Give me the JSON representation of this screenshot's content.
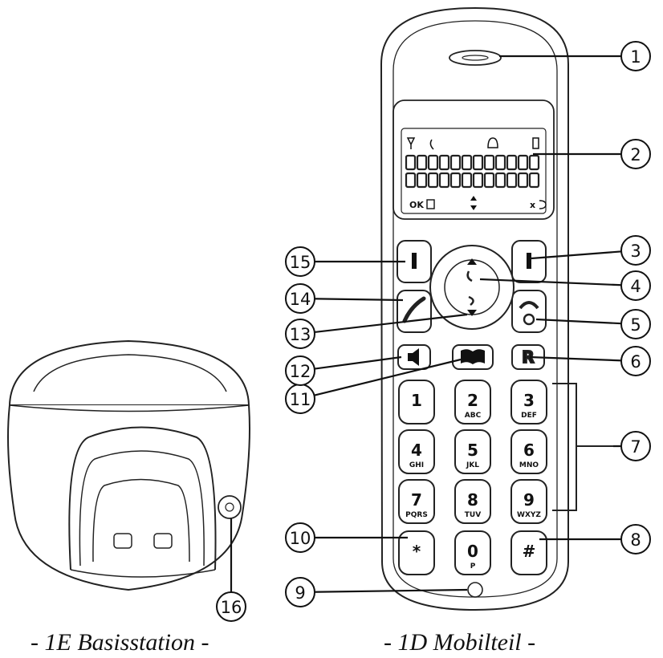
{
  "captions": {
    "base": "- 1E Basisstation -",
    "handset": "- 1D Mobilteil -"
  },
  "callouts": [
    "1",
    "2",
    "3",
    "4",
    "5",
    "6",
    "7",
    "8",
    "9",
    "10",
    "11",
    "12",
    "13",
    "14",
    "15",
    "16"
  ],
  "keypad": {
    "k1": {
      "main": "1",
      "sub": ""
    },
    "k2": {
      "main": "2",
      "sub": "ABC"
    },
    "k3": {
      "main": "3",
      "sub": "DEF"
    },
    "k4": {
      "main": "4",
      "sub": "GHI"
    },
    "k5": {
      "main": "5",
      "sub": "JKL"
    },
    "k6": {
      "main": "6",
      "sub": "MNO"
    },
    "k7": {
      "main": "7",
      "sub": "PQRS"
    },
    "k8": {
      "main": "8",
      "sub": "TUV"
    },
    "k9": {
      "main": "9",
      "sub": "WXYZ"
    },
    "kstar": {
      "main": "*",
      "sub": ""
    },
    "k0": {
      "main": "0",
      "sub": "P"
    },
    "khash": {
      "main": "#",
      "sub": ""
    }
  },
  "keys": {
    "recall": "R"
  },
  "display": {
    "ok": "OK",
    "x": "x"
  },
  "icons": [
    "earpiece-icon",
    "lcd-display",
    "left-softkey",
    "right-softkey",
    "navigation-key",
    "end-call-icon",
    "recall-button",
    "keypad",
    "hash-key",
    "microphone-icon",
    "phonebook-icon",
    "speaker-icon",
    "navigation-down",
    "talk-icon",
    "left-softkey",
    "paging-icon"
  ]
}
